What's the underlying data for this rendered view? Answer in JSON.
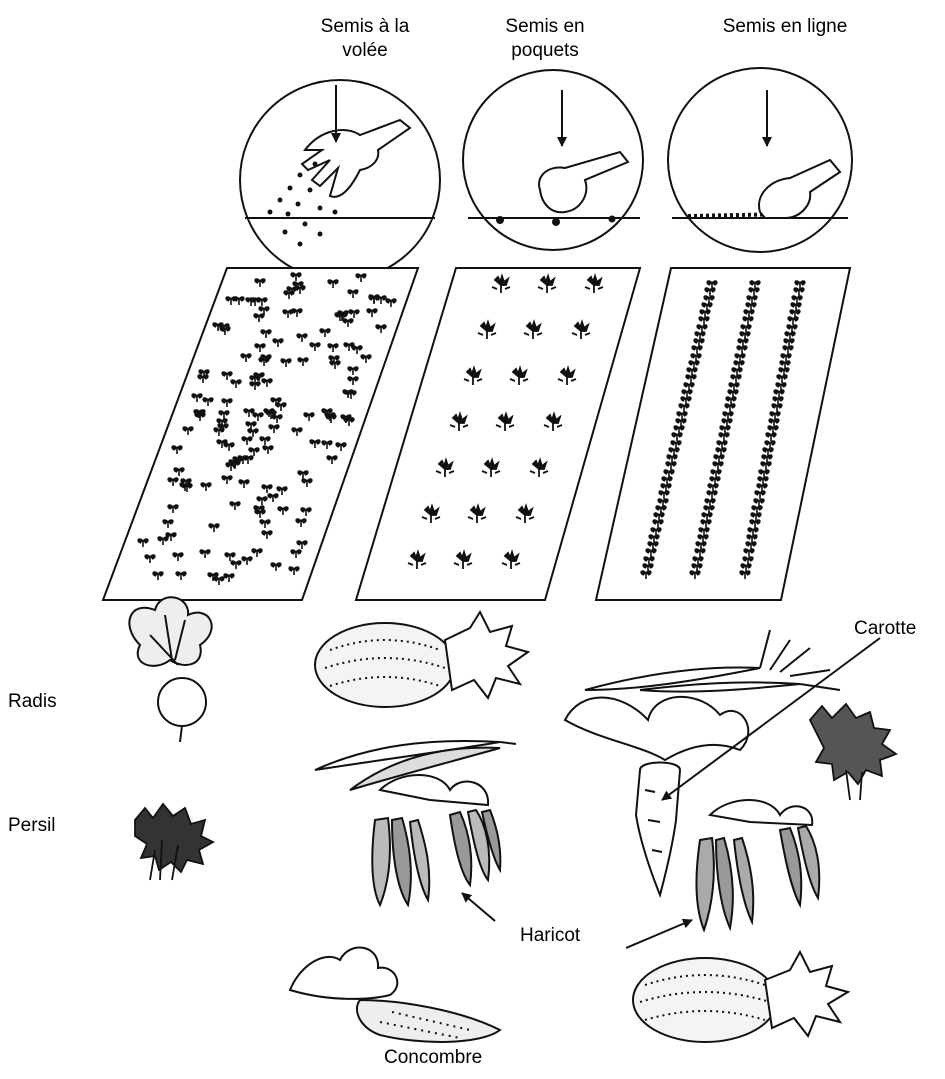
{
  "methods": [
    {
      "line1": "Semis à la",
      "line2": "volée"
    },
    {
      "line1": "Semis en",
      "line2": "poquets"
    },
    {
      "line1": "Semis en ligne",
      "line2": ""
    }
  ],
  "plants": {
    "radis": "Radis",
    "persil": "Persil",
    "carotte": "Carotte",
    "haricot": "Haricot",
    "concombre": "Concombre"
  },
  "colors": {
    "ink": "#111111",
    "paper": "#ffffff",
    "melon_fill": "#f4f4f4"
  }
}
